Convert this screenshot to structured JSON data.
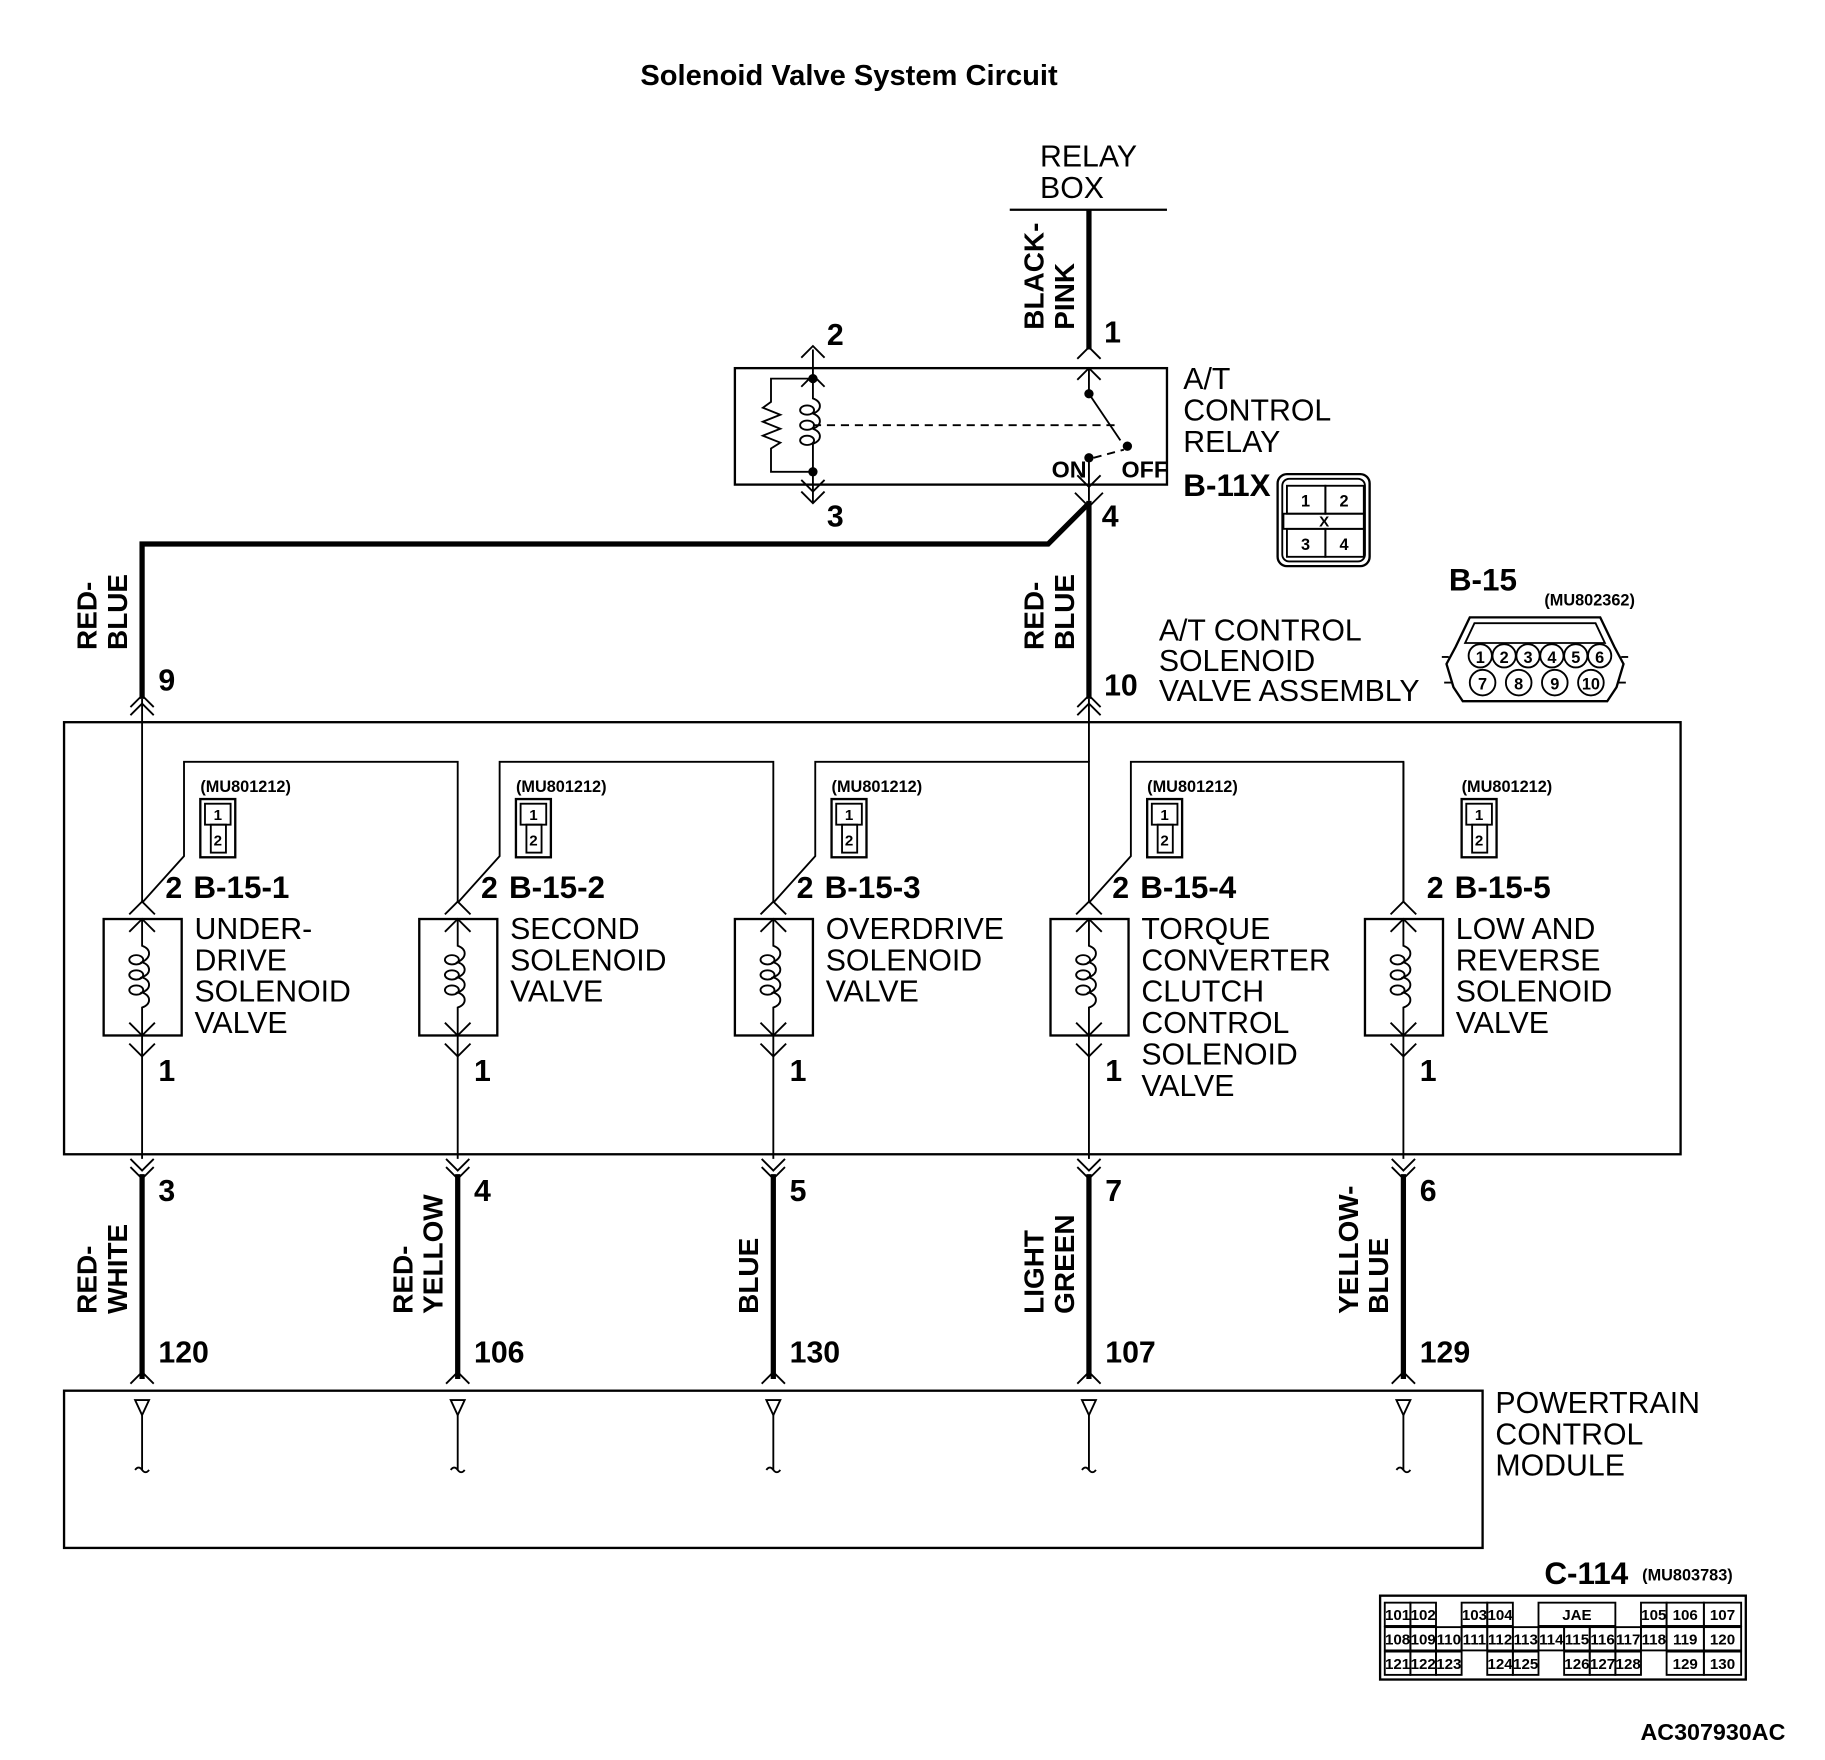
{
  "title": "Solenoid Valve System Circuit",
  "relay_box": {
    "label_line1": "RELAY",
    "label_line2": "BOX",
    "wire_color_line1": "BLACK-",
    "wire_color_line2": "PINK"
  },
  "relay": {
    "label_line1": "A/T",
    "label_line2": "CONTROL",
    "label_line3": "RELAY",
    "connector": "B-11X",
    "pins": {
      "p1": "1",
      "p2": "2",
      "p3": "3",
      "p4": "4"
    },
    "switch_on": "ON",
    "switch_off": "OFF",
    "connector_pins": [
      "1",
      "2",
      "3",
      "4"
    ],
    "connector_mark": "X"
  },
  "assembly": {
    "label_line1": "A/T CONTROL",
    "label_line2": "SOLENOID",
    "label_line3": "VALVE ASSEMBLY",
    "connector": "B-15",
    "part_number": "(MU802362)",
    "connector_pins_row1": [
      "1",
      "2",
      "3",
      "4",
      "5",
      "6"
    ],
    "connector_pins_row2": [
      "7",
      "8",
      "9",
      "10"
    ],
    "feed_left": {
      "pin": "9",
      "color_line1": "RED-",
      "color_line2": "BLUE"
    },
    "feed_right": {
      "pin": "10",
      "color_line1": "RED-",
      "color_line2": "BLUE"
    }
  },
  "solenoids": [
    {
      "connector": "B-15-1",
      "part_number": "(MU801212)",
      "pin_top": "2",
      "pin_bottom": "1",
      "name_lines": [
        "UNDER-",
        "DRIVE",
        "SOLENOID",
        "VALVE"
      ],
      "out_pin": "3",
      "wire_color_line1": "RED-",
      "wire_color_line2": "WHITE",
      "pcm_pin": "120"
    },
    {
      "connector": "B-15-2",
      "part_number": "(MU801212)",
      "pin_top": "2",
      "pin_bottom": "1",
      "name_lines": [
        "SECOND",
        "SOLENOID",
        "VALVE"
      ],
      "out_pin": "4",
      "wire_color_line1": "RED-",
      "wire_color_line2": "YELLOW",
      "pcm_pin": "106"
    },
    {
      "connector": "B-15-3",
      "part_number": "(MU801212)",
      "pin_top": "2",
      "pin_bottom": "1",
      "name_lines": [
        "OVERDRIVE",
        "SOLENOID",
        "VALVE"
      ],
      "out_pin": "5",
      "wire_color_line1": "",
      "wire_color_line2": "BLUE",
      "pcm_pin": "130"
    },
    {
      "connector": "B-15-4",
      "part_number": "(MU801212)",
      "pin_top": "2",
      "pin_bottom": "1",
      "name_lines": [
        "TORQUE",
        "CONVERTER",
        "CLUTCH",
        "CONTROL",
        "SOLENOID",
        "VALVE"
      ],
      "out_pin": "7",
      "wire_color_line1": "LIGHT",
      "wire_color_line2": "GREEN",
      "pcm_pin": "107"
    },
    {
      "connector": "B-15-5",
      "part_number": "(MU801212)",
      "pin_top": "2",
      "pin_bottom": "1",
      "name_lines": [
        "LOW AND",
        "REVERSE",
        "SOLENOID",
        "VALVE"
      ],
      "out_pin": "6",
      "wire_color_line1": "YELLOW-",
      "wire_color_line2": "BLUE",
      "pcm_pin": "129"
    }
  ],
  "sol_conn_pins": [
    "1",
    "2"
  ],
  "pcm": {
    "label_line1": "POWERTRAIN",
    "label_line2": "CONTROL",
    "label_line3": "MODULE",
    "connector": "C-114",
    "part_number": "(MU803783)",
    "connector_rows": [
      [
        "101",
        "102",
        "",
        "103",
        "104",
        "",
        "JAE",
        "",
        "105",
        "106",
        "107"
      ],
      [
        "108",
        "109",
        "110",
        "111",
        "112",
        "113",
        "114",
        "115",
        "116",
        "117",
        "118",
        "119",
        "120"
      ],
      [
        "121",
        "122",
        "123",
        "",
        "124",
        "125",
        "",
        "126",
        "127",
        "128",
        "",
        "129",
        "130"
      ]
    ]
  },
  "figure_code": "AC307930AC"
}
